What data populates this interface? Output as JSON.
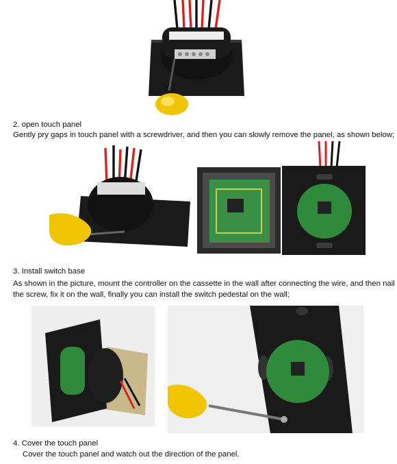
{
  "steps": [
    {
      "heading": "2. open touch panel",
      "body_lines": [
        "Gently pry gaps in touch panel with a screwdriver, and then you can slowly remove the panel, as shown below;"
      ]
    },
    {
      "heading": "3. Install switch base",
      "body_lines": [
        "As shown in the picture, mount the controller on the cassette in the wall after connecting the wire, and then nail",
        "the screw, fix it on the wall, finally you can install the switch pedestal on the wall;"
      ]
    },
    {
      "heading": "4.  Cover the touch panel",
      "body_lines": [
        "Cover the touch panel and watch out the direction of the panel."
      ]
    }
  ],
  "colors": {
    "panel_black": "#1a1a1a",
    "screwdriver_yellow": "#f0c400",
    "pcb_green": "#2f8a3c",
    "wire_red": "#d4231f",
    "photo_bg": "#eeeeee"
  }
}
